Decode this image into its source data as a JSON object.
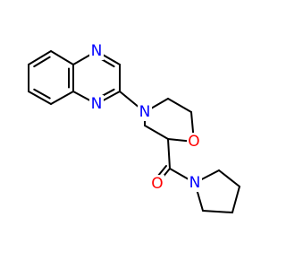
{
  "molecule": {
    "colors": {
      "bond": "#000000",
      "N": "#0000FF",
      "O": "#FF0000",
      "background": "#FFFFFF"
    },
    "atoms": [
      {
        "id": "quinoxaline-n1",
        "label": "N",
        "element": "N"
      },
      {
        "id": "quinoxaline-n4",
        "label": "N",
        "element": "N"
      },
      {
        "id": "morpholine-n",
        "label": "N",
        "element": "N"
      },
      {
        "id": "morpholine-o",
        "label": "O",
        "element": "O"
      },
      {
        "id": "carbonyl-o",
        "label": "O",
        "element": "O"
      },
      {
        "id": "pyrrolidine-n",
        "label": "N",
        "element": "N"
      }
    ]
  }
}
